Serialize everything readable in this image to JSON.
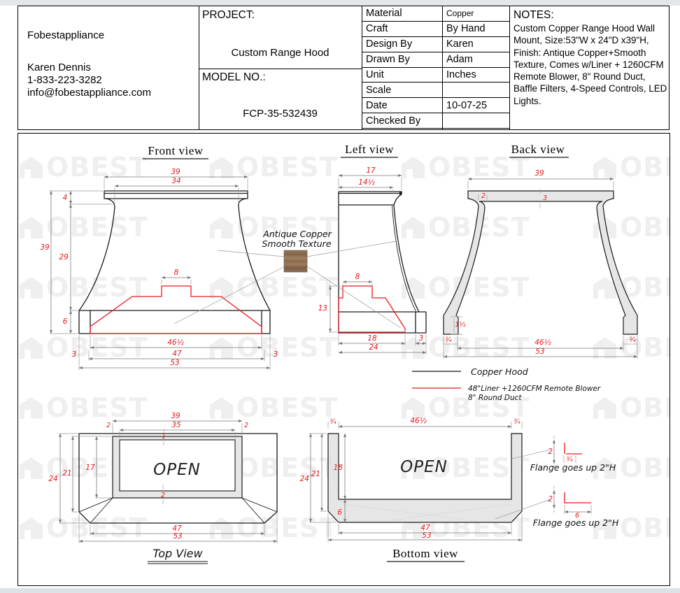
{
  "window": {
    "background": "#ffffff",
    "edge_strip_color": "#e3e7ea"
  },
  "title_block": {
    "company": {
      "name": "Fobestappliance",
      "contact": "Karen Dennis",
      "phone": "1-833-223-3282",
      "email": "info@fobestappliance.com"
    },
    "project": {
      "label": "PROJECT:",
      "value": "Custom Range Hood"
    },
    "model": {
      "label": "MODEL NO.:",
      "value": "FCP-35-532439"
    },
    "spec_table": {
      "rows": [
        {
          "label": "Material",
          "value": "Copper"
        },
        {
          "label": "Craft",
          "value": "By Hand"
        },
        {
          "label": "Design By",
          "value": "Karen"
        },
        {
          "label": "Drawn By",
          "value": "Adam"
        },
        {
          "label": "Unit",
          "value": "Inches"
        },
        {
          "label": "Scale",
          "value": ""
        },
        {
          "label": "Date",
          "value": "10-07-25"
        },
        {
          "label": "Checked By",
          "value": ""
        }
      ]
    },
    "notes": {
      "label": "NOTES:",
      "text": "Custom Copper Range Hood Wall Mount, Size:53\"W x 24\"D x39\"H, Finish: Antique Copper+Smooth Texture, Comes w/Liner + 1260CFM Remote Blower, 8\" Round Duct, Baffle Filters, 4-Speed Controls, LED Lights."
    }
  },
  "watermark": {
    "text": "OBEST"
  },
  "material_callout": {
    "line1": "Antique Copper",
    "line2": "Smooth Texture"
  },
  "legend": {
    "copper_hood": "Copper Hood",
    "liner_line1": "48\"Liner +1260CFM Remote Blower",
    "liner_line2": "8\" Round Duct"
  },
  "views": {
    "front": {
      "title": "Front view",
      "dims": {
        "w39": "39",
        "w34": "34",
        "h4": "4",
        "h39": "39",
        "h29": "29",
        "h6": "6",
        "duct8": "8",
        "liner": "46½",
        "w47": "47",
        "w53": "53",
        "m3l": "3",
        "m3r": "3"
      }
    },
    "left": {
      "title": "Left view",
      "dims": {
        "d17": "17",
        "d14h": "14½",
        "duct8": "8",
        "h13": "13",
        "d18": "18",
        "d24": "24",
        "g3": "3"
      }
    },
    "back": {
      "title": "Back view",
      "dims": {
        "w39": "39",
        "c2": "2",
        "c3": "3",
        "n1h": "1½",
        "f34l": "¾",
        "f34r": "¾",
        "liner": "46½",
        "w53": "53"
      }
    },
    "top": {
      "title": "Top View",
      "open": "OPEN",
      "dims": {
        "w39": "39",
        "w35": "35",
        "m2l": "2",
        "m2r": "2",
        "b1": "1",
        "b2": "2",
        "d24": "24",
        "d21": "21",
        "d17": "17",
        "w47": "47",
        "w53": "53"
      }
    },
    "bottom": {
      "title": "Bottom view",
      "open": "OPEN",
      "dims": {
        "f34l": "¾",
        "liner": "46½",
        "f34r": "¾",
        "d24": "24",
        "d21": "21",
        "d18": "18",
        "h6": "6",
        "w47": "47",
        "w53": "53"
      }
    }
  },
  "flange_notes": {
    "top": {
      "height": "2",
      "width": "¾",
      "text": "Flange goes up 2\"H"
    },
    "bottom": {
      "height": "2",
      "width": "6",
      "text": "Flange goes up 2\"H"
    }
  },
  "colors": {
    "dimension_red": "#ea1a1d",
    "copper_swatch": "#8a6648",
    "fill_gray": "#e6e6e6"
  }
}
